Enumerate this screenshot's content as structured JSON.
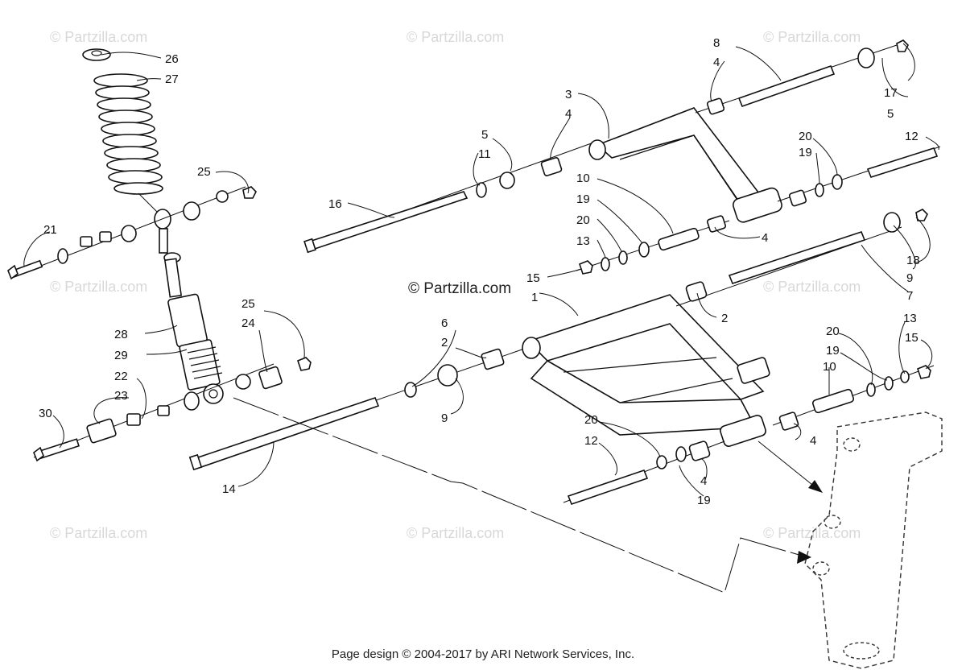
{
  "watermark": "© Partzilla.com",
  "center_watermark": "© Partzilla.com",
  "footer": "Page design © 2004-2017 by ARI Network Services, Inc.",
  "callouts": {
    "c1": "1",
    "c2a": "2",
    "c2b": "2",
    "c3": "3",
    "c4a": "4",
    "c4b": "4",
    "c4c": "4",
    "c4d": "4",
    "c4e": "4",
    "c5a": "5",
    "c5b": "5",
    "c6": "6",
    "c7": "7",
    "c8": "8",
    "c9a": "9",
    "c9b": "9",
    "c10a": "10",
    "c10b": "10",
    "c11": "11",
    "c12a": "12",
    "c12b": "12",
    "c13a": "13",
    "c13b": "13",
    "c14": "14",
    "c15a": "15",
    "c15b": "15",
    "c16": "16",
    "c17": "17",
    "c18": "18",
    "c19a": "19",
    "c19b": "19",
    "c19c": "19",
    "c19d": "19",
    "c20a": "20",
    "c20b": "20",
    "c20c": "20",
    "c20d": "20",
    "c21": "21",
    "c22": "22",
    "c23": "23",
    "c24": "24",
    "c25a": "25",
    "c25b": "25",
    "c26": "26",
    "c27": "27",
    "c28": "28",
    "c29": "29",
    "c30": "30"
  }
}
